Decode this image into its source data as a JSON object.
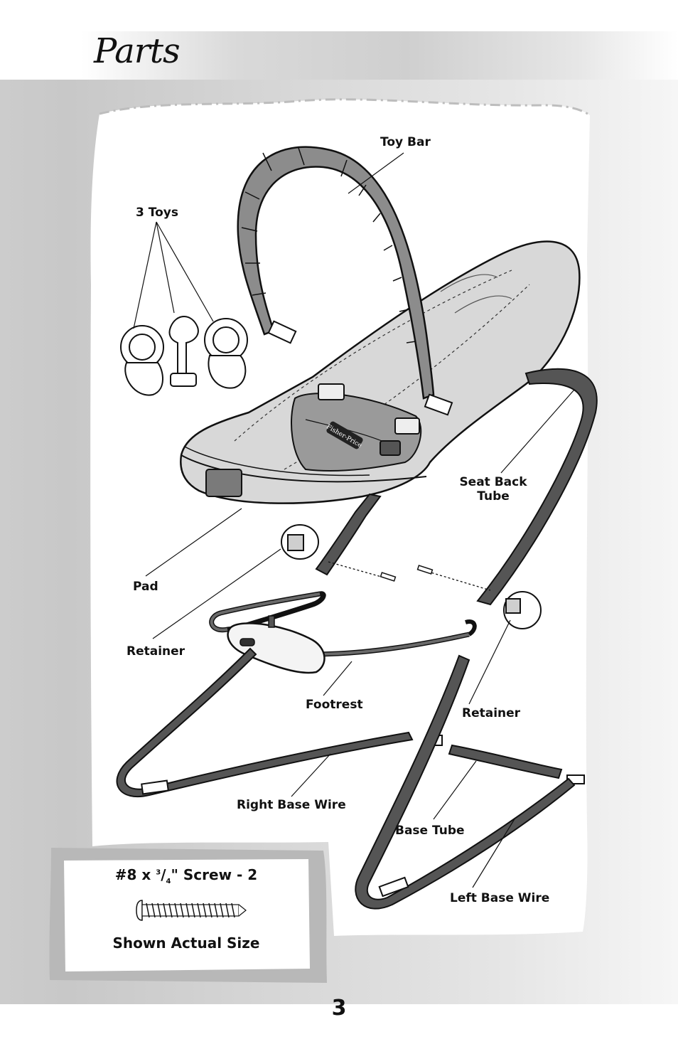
{
  "page": {
    "title": "Parts",
    "page_number": "3"
  },
  "labels": {
    "toy_bar": "Toy Bar",
    "three_toys": "3 Toys",
    "seat_back_tube_line1": "Seat Back",
    "seat_back_tube_line2": "Tube",
    "pad": "Pad",
    "retainer_left": "Retainer",
    "footrest": "Footrest",
    "retainer_right": "Retainer",
    "right_base_wire": "Right Base Wire",
    "base_tube": "Base Tube",
    "left_base_wire": "Left Base Wire"
  },
  "hardware": {
    "screw_prefix": "#8 x ",
    "screw_fraction_num": "3",
    "screw_fraction_den": "4",
    "screw_suffix": "\" Screw - 2",
    "caption": "Shown Actual Size"
  },
  "brand_logo_text": "Fisher-Price",
  "colors": {
    "ink": "#111111",
    "tube_fill": "#4a4a4a",
    "toybar_fill": "#8c8c8c",
    "seat_fill": "#d4d4d4",
    "page_gray": "#d0d0d0"
  }
}
